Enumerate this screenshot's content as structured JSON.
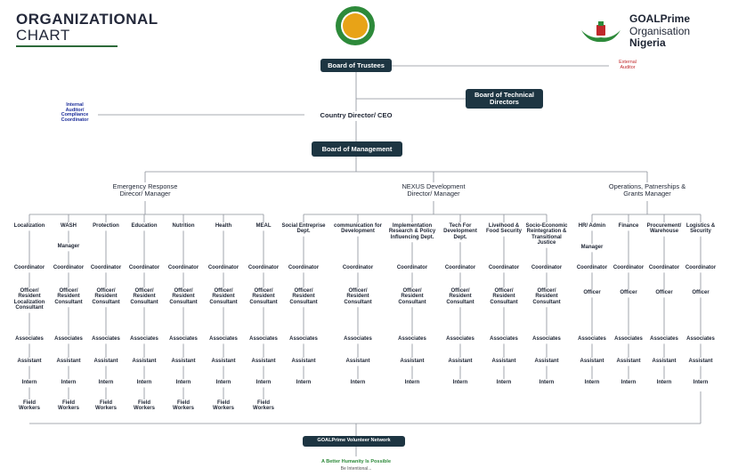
{
  "header": {
    "title_line1": "ORGANIZATIONAL",
    "title_line2": "CHART",
    "brand": {
      "name_line1": "GOALPrime",
      "name_line2": "Organisation",
      "name_line3": "Nigeria"
    }
  },
  "top": {
    "board_of_trustees": "Board of Trustees",
    "external_auditor": "External\nAuditor",
    "board_of_technical_directors": "Board of Technical\nDirectors",
    "internal_auditor": "Internal\nAuditor/\nCompliance\nCoordinator",
    "country_director": "Country Director/ CEO",
    "board_of_management": "Board of Management"
  },
  "divisions": [
    {
      "title": "Emergency Response\nDirecor/ Manager",
      "departments": [
        {
          "name": "Localization",
          "roles": [
            "Coordinator",
            "Officer/\nResident\nLocalization\nConsultant",
            "Associates",
            "Assistant",
            "Intern",
            "Field\nWorkers"
          ]
        },
        {
          "name": "WASH",
          "roles": [
            "Manager",
            "Coordinator",
            "Officer/\nResident\nConsultant",
            "Associates",
            "Assistant",
            "Intern",
            "Field\nWorkers"
          ]
        },
        {
          "name": "Protection",
          "roles": [
            "Coordinator",
            "Officer/\nResident\nConsultant",
            "Associates",
            "Assistant",
            "Intern",
            "Field\nWorkers"
          ]
        },
        {
          "name": "Education",
          "roles": [
            "Coordinator",
            "Officer/\nResident\nConsultant",
            "Associates",
            "Assistant",
            "Intern",
            "Field\nWorkers"
          ]
        },
        {
          "name": "Nutrition",
          "roles": [
            "Coordinator",
            "Officer/\nResident\nConsultant",
            "Associates",
            "Assistant",
            "Intern",
            "Field\nWorkers"
          ]
        },
        {
          "name": "Health",
          "roles": [
            "Coordinator",
            "Officer/\nResident\nConsultant",
            "Associates",
            "Assistant",
            "Intern",
            "Field\nWorkers"
          ]
        },
        {
          "name": "MEAL",
          "roles": [
            "Coordinator",
            "Officer/\nResident\nConsultant",
            "Associates",
            "Assistant",
            "Intern",
            "Field\nWorkers"
          ]
        }
      ]
    },
    {
      "title": "NEXUS Development\nDirector/ Manager",
      "departments": [
        {
          "name": "Social Entreprise\nDept.",
          "roles": [
            "Coordinator",
            "Officer/\nResident\nConsultant",
            "Associates",
            "Assistant",
            "Intern"
          ]
        },
        {
          "name": "communication for\nDevelopment",
          "roles": [
            "Coordinator",
            "Officer/\nResident\nConsultant",
            "Associates",
            "Assistant",
            "Intern"
          ]
        },
        {
          "name": "Implementation\nResearch & Policy\nInfluencing Dept.",
          "roles": [
            "Coordinator",
            "Officer/\nResident\nConsultant",
            "Associates",
            "Assistant",
            "Intern"
          ]
        },
        {
          "name": "Tech For\nDevelopment\nDept.",
          "roles": [
            "Coordinator",
            "Officer/\nResident\nConsultant",
            "Associates",
            "Assistant",
            "Intern"
          ]
        },
        {
          "name": "Livelhood &\nFood Security",
          "roles": [
            "Coordinator",
            "Officer/\nResident\nConsultant",
            "Associates",
            "Assistant",
            "Intern"
          ]
        },
        {
          "name": "Socio-Economic\nReintegration &\nTransitional\nJustice",
          "roles": [
            "Coordinator",
            "Officer/\nResident\nConsultant",
            "Associates",
            "Assistant",
            "Intern"
          ]
        }
      ]
    },
    {
      "title": "Operations, Patnerships &\nGrants Manager",
      "departments": [
        {
          "name": "HR/ Admin",
          "roles": [
            "Manager",
            "Coordinator",
            "Officer",
            "Associates",
            "Assistant",
            "Intern"
          ]
        },
        {
          "name": "Finance",
          "roles": [
            "Coordinator",
            "Officer",
            "Associates",
            "Assistant",
            "Intern"
          ]
        },
        {
          "name": "Procurement/\nWarehouse",
          "roles": [
            "Coordinator",
            "Officer",
            "Associates",
            "Assistant",
            "Intern"
          ]
        },
        {
          "name": "Logistics &\nSecurity",
          "roles": [
            "Coordinator",
            "Officer",
            "Associates",
            "Assistant",
            "Intern"
          ]
        }
      ]
    }
  ],
  "footer": {
    "volunteer_network": "GOALPrime Volunteer Network",
    "tagline": "A Better Humanity Is Possible",
    "subtagline": "Be Intentional..."
  },
  "colors": {
    "box": "#1d3542",
    "line": "#8a8f99",
    "internal": "#1e2f9a",
    "external": "#c0282b",
    "accent_green": "#2d8a3a",
    "accent_orange": "#e8a317"
  }
}
